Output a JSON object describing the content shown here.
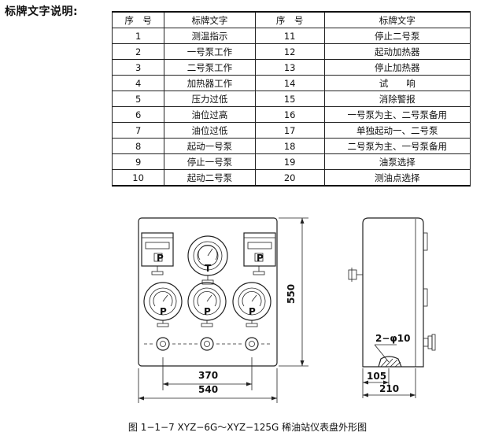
{
  "heading": "标牌文字说明:",
  "table": {
    "headers": [
      "序　号",
      "标牌文字",
      "序　号",
      "标牌文字"
    ],
    "rows": [
      [
        "1",
        "测温指示",
        "11",
        "停止二号泵"
      ],
      [
        "2",
        "一号泵工作",
        "12",
        "起动加热器"
      ],
      [
        "3",
        "二号泵工作",
        "13",
        "停止加热器"
      ],
      [
        "4",
        "加热器工作",
        "14",
        "试　　响"
      ],
      [
        "5",
        "压力过低",
        "15",
        "消除警报"
      ],
      [
        "6",
        "油位过高",
        "16",
        "一号泵为主、二号泵备用"
      ],
      [
        "7",
        "油位过低",
        "17",
        "单独起动一、二号泵"
      ],
      [
        "8",
        "起动一号泵",
        "18",
        "二号泵为主、一号泵备用"
      ],
      [
        "9",
        "停止一号泵",
        "19",
        "油泵选择"
      ],
      [
        "10",
        "起动二号泵",
        "20",
        "测油点选择"
      ]
    ]
  },
  "drawing": {
    "gauge_labels": {
      "top": "T",
      "left": "P",
      "middle": "P",
      "right": "P",
      "left_box": "P",
      "right_box": "P"
    },
    "dims": {
      "width_inner": "370",
      "width_outer": "540",
      "height": "550",
      "side_inner": "105",
      "side_outer": "210",
      "hole": "2−φ10"
    }
  },
  "caption": "图 1−1−7  XYZ−6G～XYZ−125G  稀油站仪表盘外形图"
}
